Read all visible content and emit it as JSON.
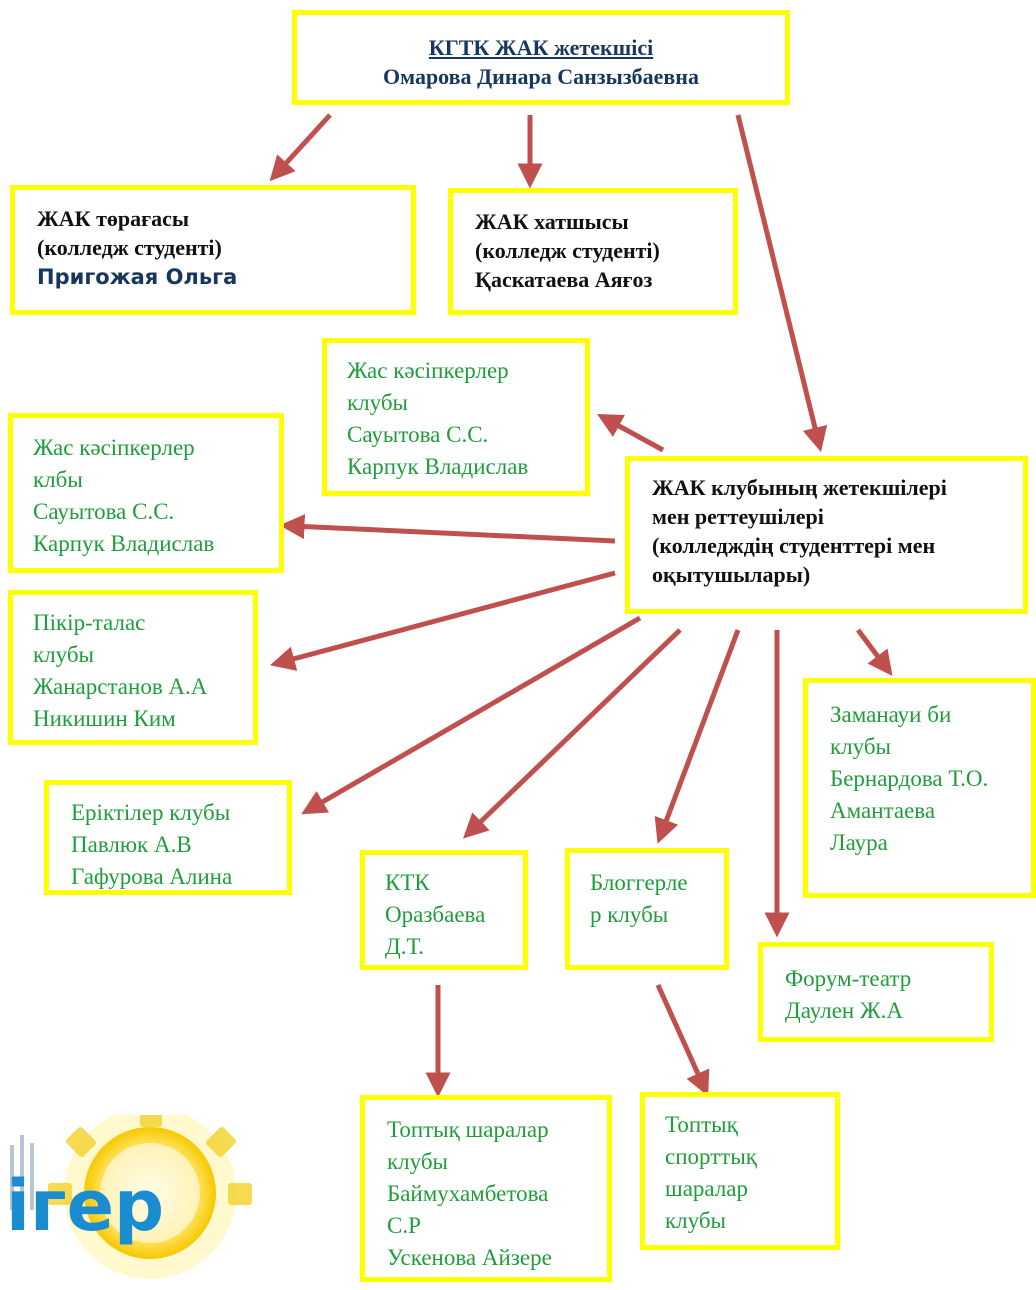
{
  "head": {
    "title": "КГТК ЖАК жетекшісі",
    "name": "Омарова Динара Санзызбаевна"
  },
  "chairman": {
    "role": "ЖАК төрағасы",
    "note": "(колледж студенті)",
    "name": "Пригожая Ольга"
  },
  "secretary": {
    "role": "ЖАК хатшысы",
    "note": "(колледж студенті)",
    "name": "Қаскатаева Аяғоз"
  },
  "club_leaders": {
    "lines": [
      "ЖАК клубының жетекшілері",
      "мен реттеушілері",
      "(колледждің студенттері мен",
      "оқытушылары)"
    ]
  },
  "clubs": {
    "entrepreneurs_1": [
      "Жас кәсіпкерлер",
      "клубы",
      "Сауытова С.С.",
      "Карпук Владислав"
    ],
    "entrepreneurs_2": [
      "Жас кәсіпкерлер",
      "клбы",
      "Сауытова С.С.",
      "Карпук Владислав"
    ],
    "debate": [
      "Пікір-талас",
      "клубы",
      "Жанарстанов А.А",
      "Никишин Ким"
    ],
    "volunteers": [
      "Еріктілер клубы",
      "Павлюк А.В",
      "Гафурова Алина"
    ],
    "ktk": [
      "КТК",
      "Оразбаева",
      "Д.Т."
    ],
    "bloggers": [
      "Блоггерле",
      "р клубы"
    ],
    "dance": [
      "Заманауи би",
      "клубы",
      "Бернардова Т.О.",
      "Амантаева",
      "Лаура"
    ],
    "forum_theatre": [
      "Форум-театр",
      "Даулен Ж.А"
    ],
    "group_events": [
      "Топтық шаралар",
      "клубы",
      "Баймухамбетова",
      "С.Р",
      "Ускенова Айзере"
    ],
    "group_sports": [
      "Топтық",
      "спорттық",
      "шаралар",
      "клубы"
    ]
  },
  "logo": {
    "text": "ігер"
  },
  "colors": {
    "border": "#ffff00",
    "arrow": "#c0504d",
    "club_text": "#1f9d3a",
    "title_text": "#17375e"
  }
}
